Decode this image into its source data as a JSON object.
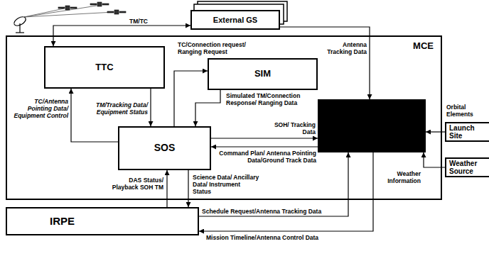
{
  "diagram": {
    "nodes": [
      {
        "text": [
          "External GS"
        ]
      },
      {
        "text": [
          "MCE"
        ]
      },
      {
        "text": [
          "TTC"
        ],
        "in": 1
      },
      {
        "text": [
          "SIM"
        ],
        "in": 1
      },
      {
        "text": [
          "SOS"
        ],
        "in": 1
      },
      {
        "text": [],
        "in": 1
      },
      {
        "text": [
          "Launch Site"
        ]
      },
      {
        "text": [
          "Weather Source"
        ]
      },
      {
        "text": [
          "IRPE"
        ]
      }
    ],
    "edges": [
      {
        "from": 2,
        "to": 0,
        "arrow": "both",
        "label": "TM/TC"
      },
      {
        "from": 2,
        "to": 4,
        "arrow": "to",
        "label": "TM/Tracking Data/ Equipment Status"
      },
      {
        "from": 4,
        "to": 2,
        "arrow": "to",
        "label": "TC/Antenna Pointing Data/ Equipment Control"
      },
      {
        "from": 4,
        "to": 3,
        "arrow": "to",
        "label": "TC/Connection request/ Ranging Request"
      },
      {
        "from": 3,
        "to": 4,
        "arrow": "to",
        "label": "Simulated TM/Connection Response/ Ranging Data"
      },
      {
        "from": 4,
        "to": 5,
        "arrow": "to",
        "label": "SOH/ Tracking Data"
      },
      {
        "from": 5,
        "to": 4,
        "arrow": "to",
        "label": "Command Plan/ Antenna Pointing Data/Ground Track Data"
      },
      {
        "from": 0,
        "to": 5,
        "arrow": "to",
        "label": "Antenna Tracking Data"
      },
      {
        "from": 6,
        "to": 5,
        "arrow": "to",
        "label": "Orbital Elements"
      },
      {
        "from": 7,
        "to": 5,
        "arrow": "to",
        "label": "Weather Information"
      },
      {
        "from": 4,
        "to": 8,
        "arrow": "to",
        "label": "Science Data/ Ancillary Data/ Instrument Status"
      },
      {
        "from": 8,
        "to": 4,
        "arrow": "to",
        "label": "DAS Status/ Playback SOH TM"
      },
      {
        "from": 8,
        "to": 5,
        "arrow": "to",
        "label": "Schedule Request/Antenna Tracking Data"
      },
      {
        "from": 5,
        "to": 8,
        "arrow": "to",
        "label": "Mission Timeline/Antenna Control Data"
      }
    ]
  }
}
